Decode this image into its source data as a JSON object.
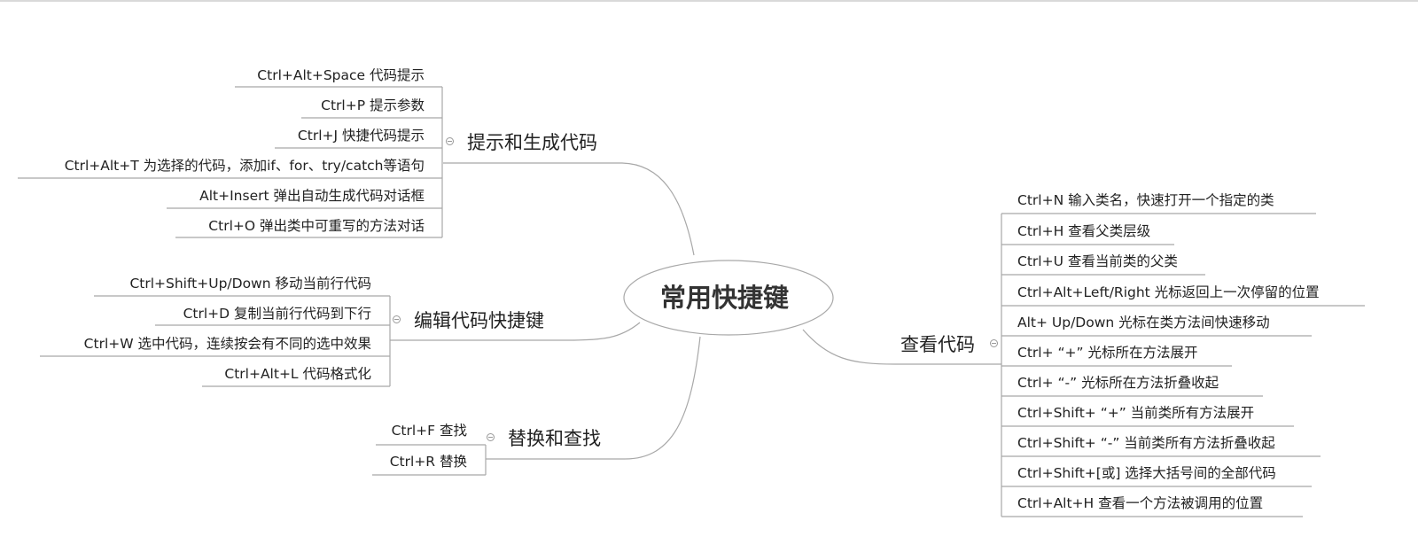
{
  "center": {
    "label": "常用快捷键"
  },
  "branches": {
    "hint": {
      "label": "提示和生成代码",
      "items": [
        "Ctrl+Alt+Space 代码提示",
        "Ctrl+P 提示参数",
        "Ctrl+J 快捷代码提示",
        "Ctrl+Alt+T 为选择的代码，添加if、for、try/catch等语句",
        "Alt+Insert 弹出自动生成代码对话框",
        "Ctrl+O 弹出类中可重写的方法对话"
      ]
    },
    "edit": {
      "label": "编辑代码快捷键",
      "items": [
        "Ctrl+Shift+Up/Down 移动当前行代码",
        "Ctrl+D 复制当前行代码到下行",
        "Ctrl+W 选中代码，连续按会有不同的选中效果",
        "Ctrl+Alt+L 代码格式化"
      ]
    },
    "replace": {
      "label": "替换和查找",
      "items": [
        "Ctrl+F 查找",
        "Ctrl+R 替换"
      ]
    },
    "view": {
      "label": "查看代码",
      "items": [
        "Ctrl+N 输入类名，快速打开一个指定的类",
        "Ctrl+H 查看父类层级",
        "Ctrl+U 查看当前类的父类",
        "Ctrl+Alt+Left/Right 光标返回上一次停留的位置",
        "Alt+ Up/Down 光标在类方法间快速移动",
        "Ctrl+ “+” 光标所在方法展开",
        "Ctrl+ “-” 光标所在方法折叠收起",
        "Ctrl+Shift+ “+” 当前类所有方法展开",
        "Ctrl+Shift+ “-” 当前类所有方法折叠收起",
        "Ctrl+Shift+[或] 选择大括号间的全部代码",
        "Ctrl+Alt+H 查看一个方法被调用的位置"
      ]
    }
  }
}
